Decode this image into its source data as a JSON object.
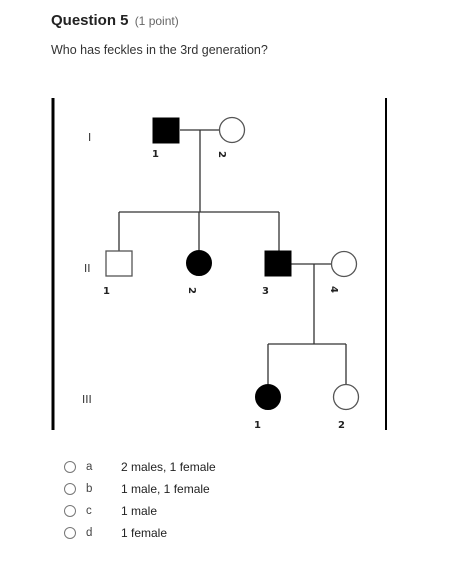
{
  "question": {
    "title": "Question 5",
    "points": "(1 point)",
    "text": "Who has feckles in the 3rd generation?"
  },
  "pedigree": {
    "generations": [
      "I",
      "II",
      "III"
    ],
    "individuals": {
      "gen1": [
        {
          "number": "1",
          "sex": "male",
          "affected": true
        },
        {
          "number": "2",
          "sex": "female",
          "affected": false
        }
      ],
      "gen2": [
        {
          "number": "1",
          "sex": "male",
          "affected": false
        },
        {
          "number": "2",
          "sex": "female",
          "affected": true
        },
        {
          "number": "3",
          "sex": "male",
          "affected": true
        },
        {
          "number": "4",
          "sex": "female",
          "affected": false
        }
      ],
      "gen3": [
        {
          "number": "1",
          "sex": "female",
          "affected": true
        },
        {
          "number": "2",
          "sex": "female",
          "affected": false
        }
      ]
    }
  },
  "options": [
    {
      "letter": "a",
      "text": "2 males, 1 female"
    },
    {
      "letter": "b",
      "text": "1 male, 1 female"
    },
    {
      "letter": "c",
      "text": "1 male"
    },
    {
      "letter": "d",
      "text": "1 female"
    }
  ]
}
